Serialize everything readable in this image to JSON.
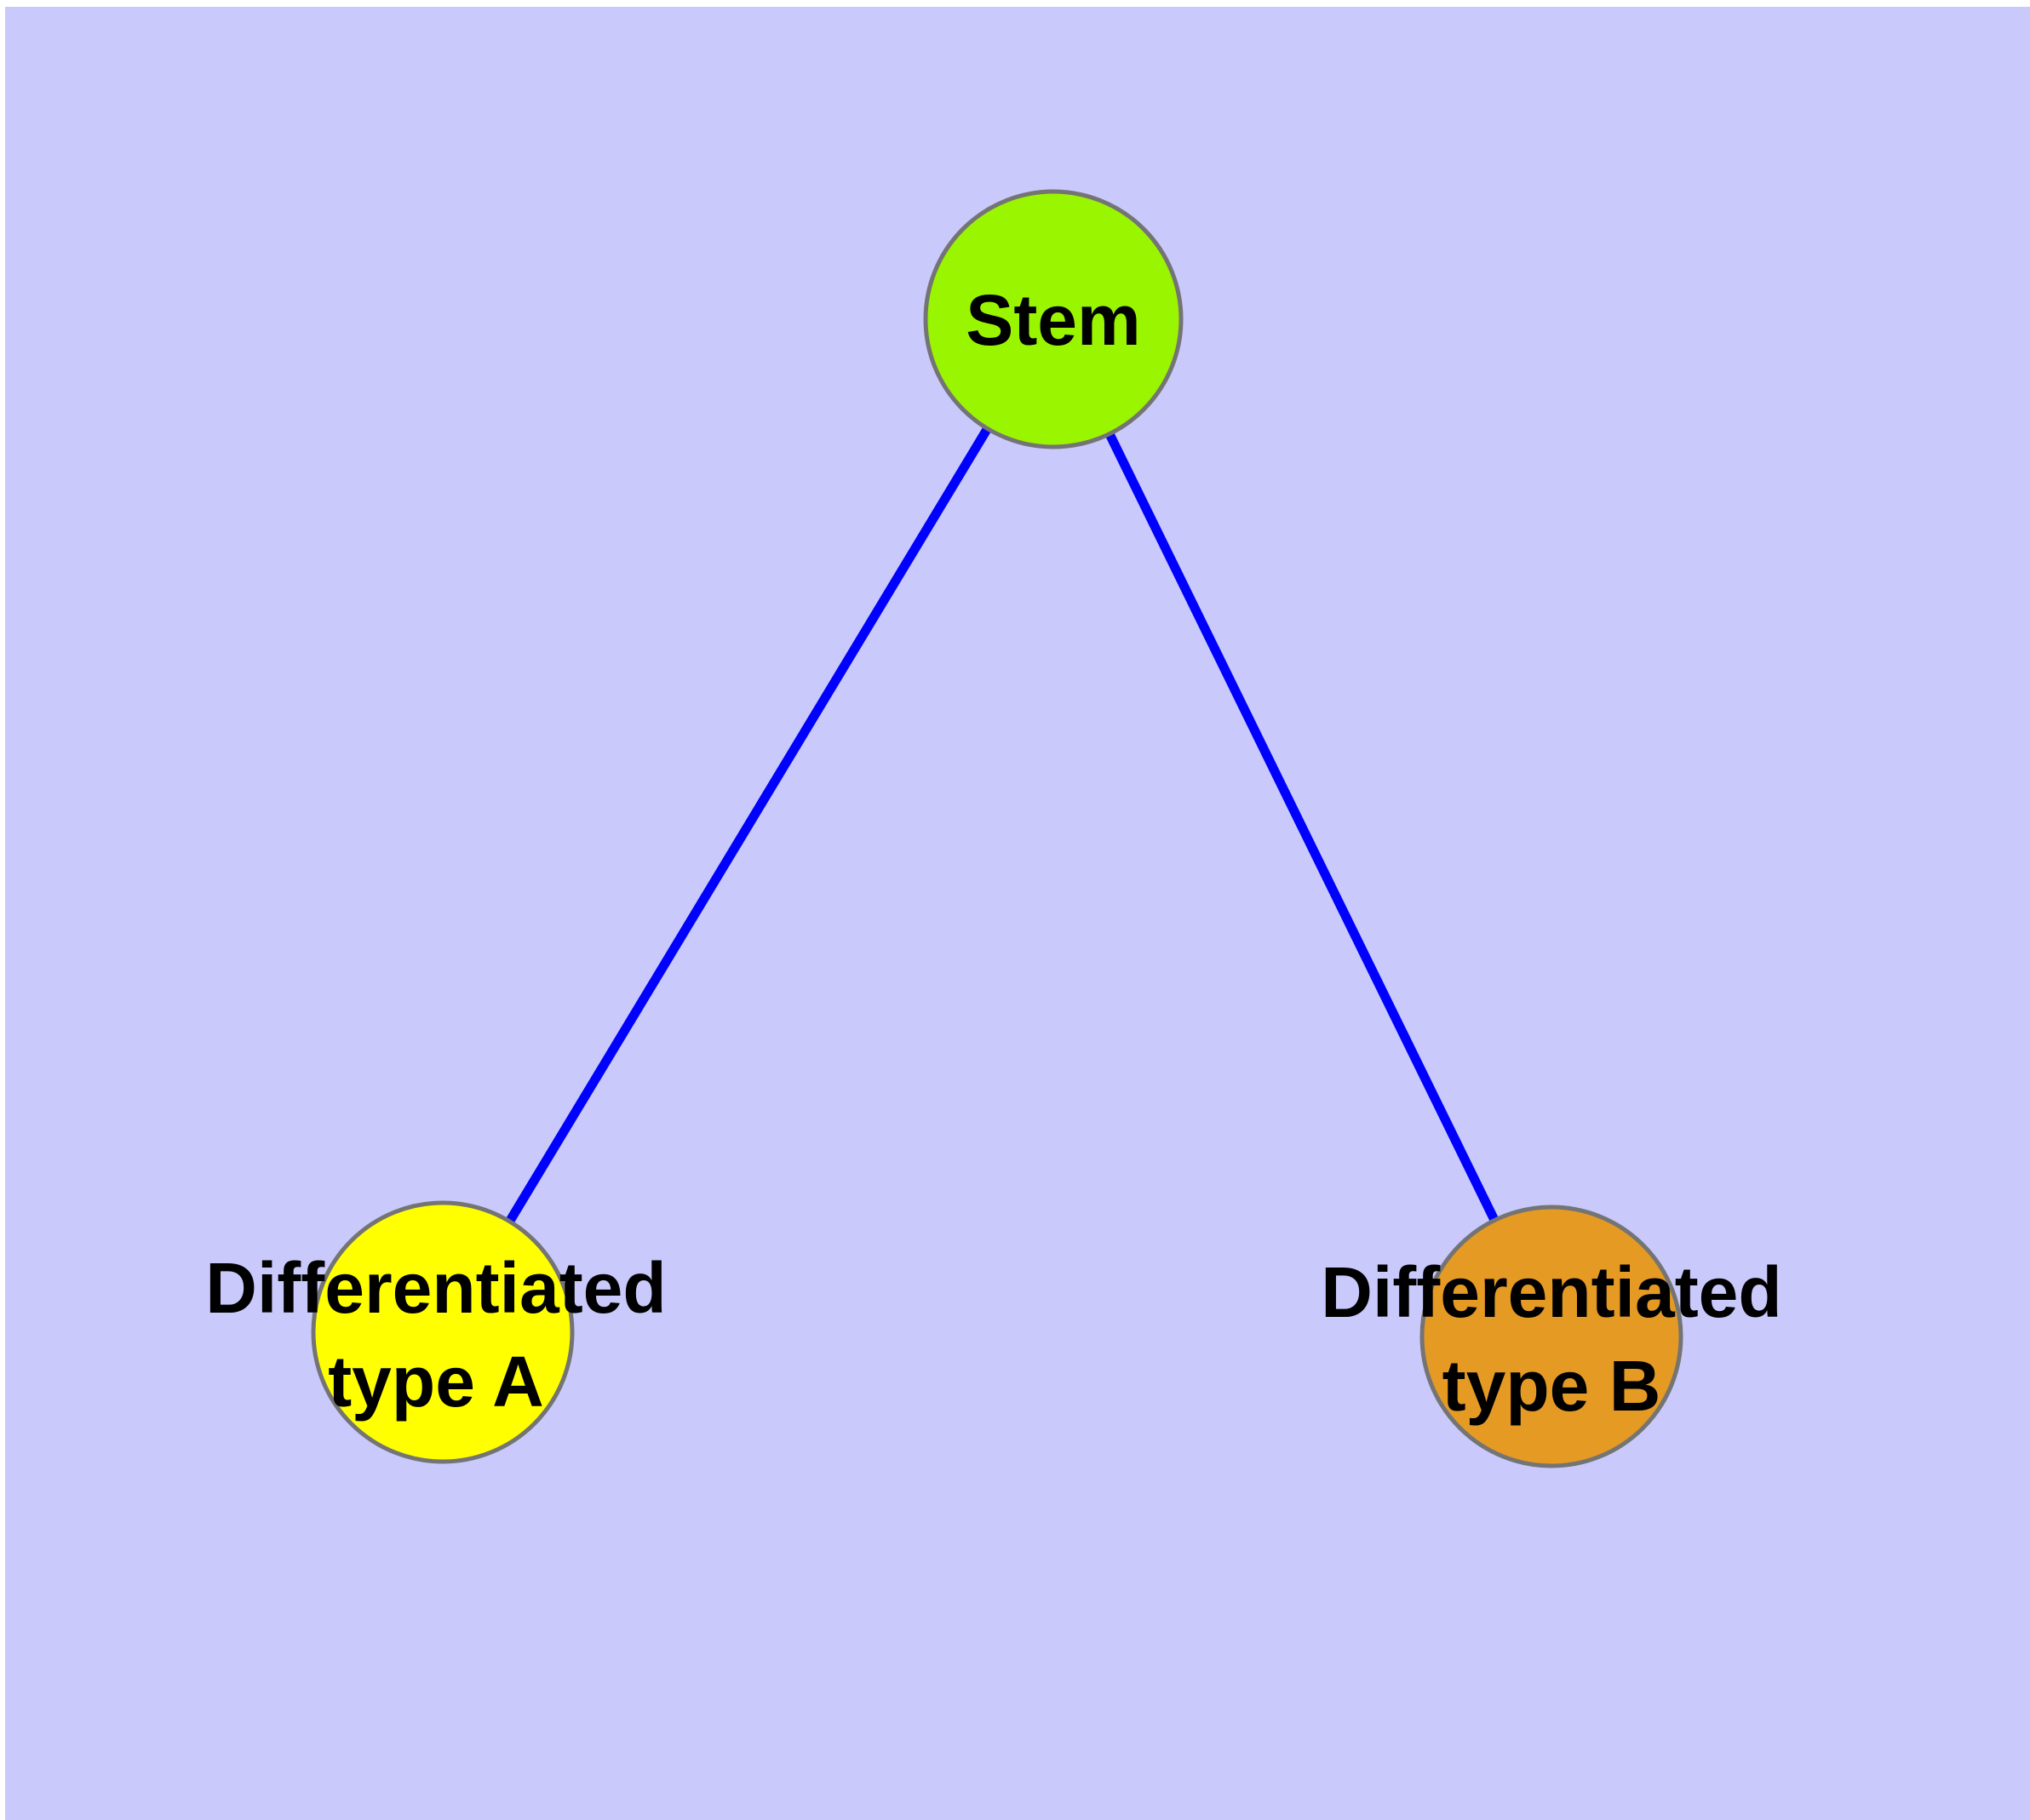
{
  "diagram": {
    "type": "graph",
    "description_nodes": 3,
    "description_edges": 2
  },
  "colors": {
    "background": "#C9C9FB",
    "page_margin": "#FFFFFF",
    "edge": "#0000FF",
    "node_border": "#747474",
    "label_text": "#000000"
  },
  "nodes": {
    "stem": {
      "label": "Stem",
      "fill": "#9AF500"
    },
    "type_a": {
      "label_line1": "Differentiated",
      "label_line2": "type A",
      "fill": "#FFFF00"
    },
    "type_b": {
      "label_line1": "Differentiated",
      "label_line2": "type B",
      "fill": "#E59A24"
    }
  },
  "edges": [
    {
      "from": "stem",
      "to": "type_a"
    },
    {
      "from": "stem",
      "to": "type_b"
    }
  ]
}
